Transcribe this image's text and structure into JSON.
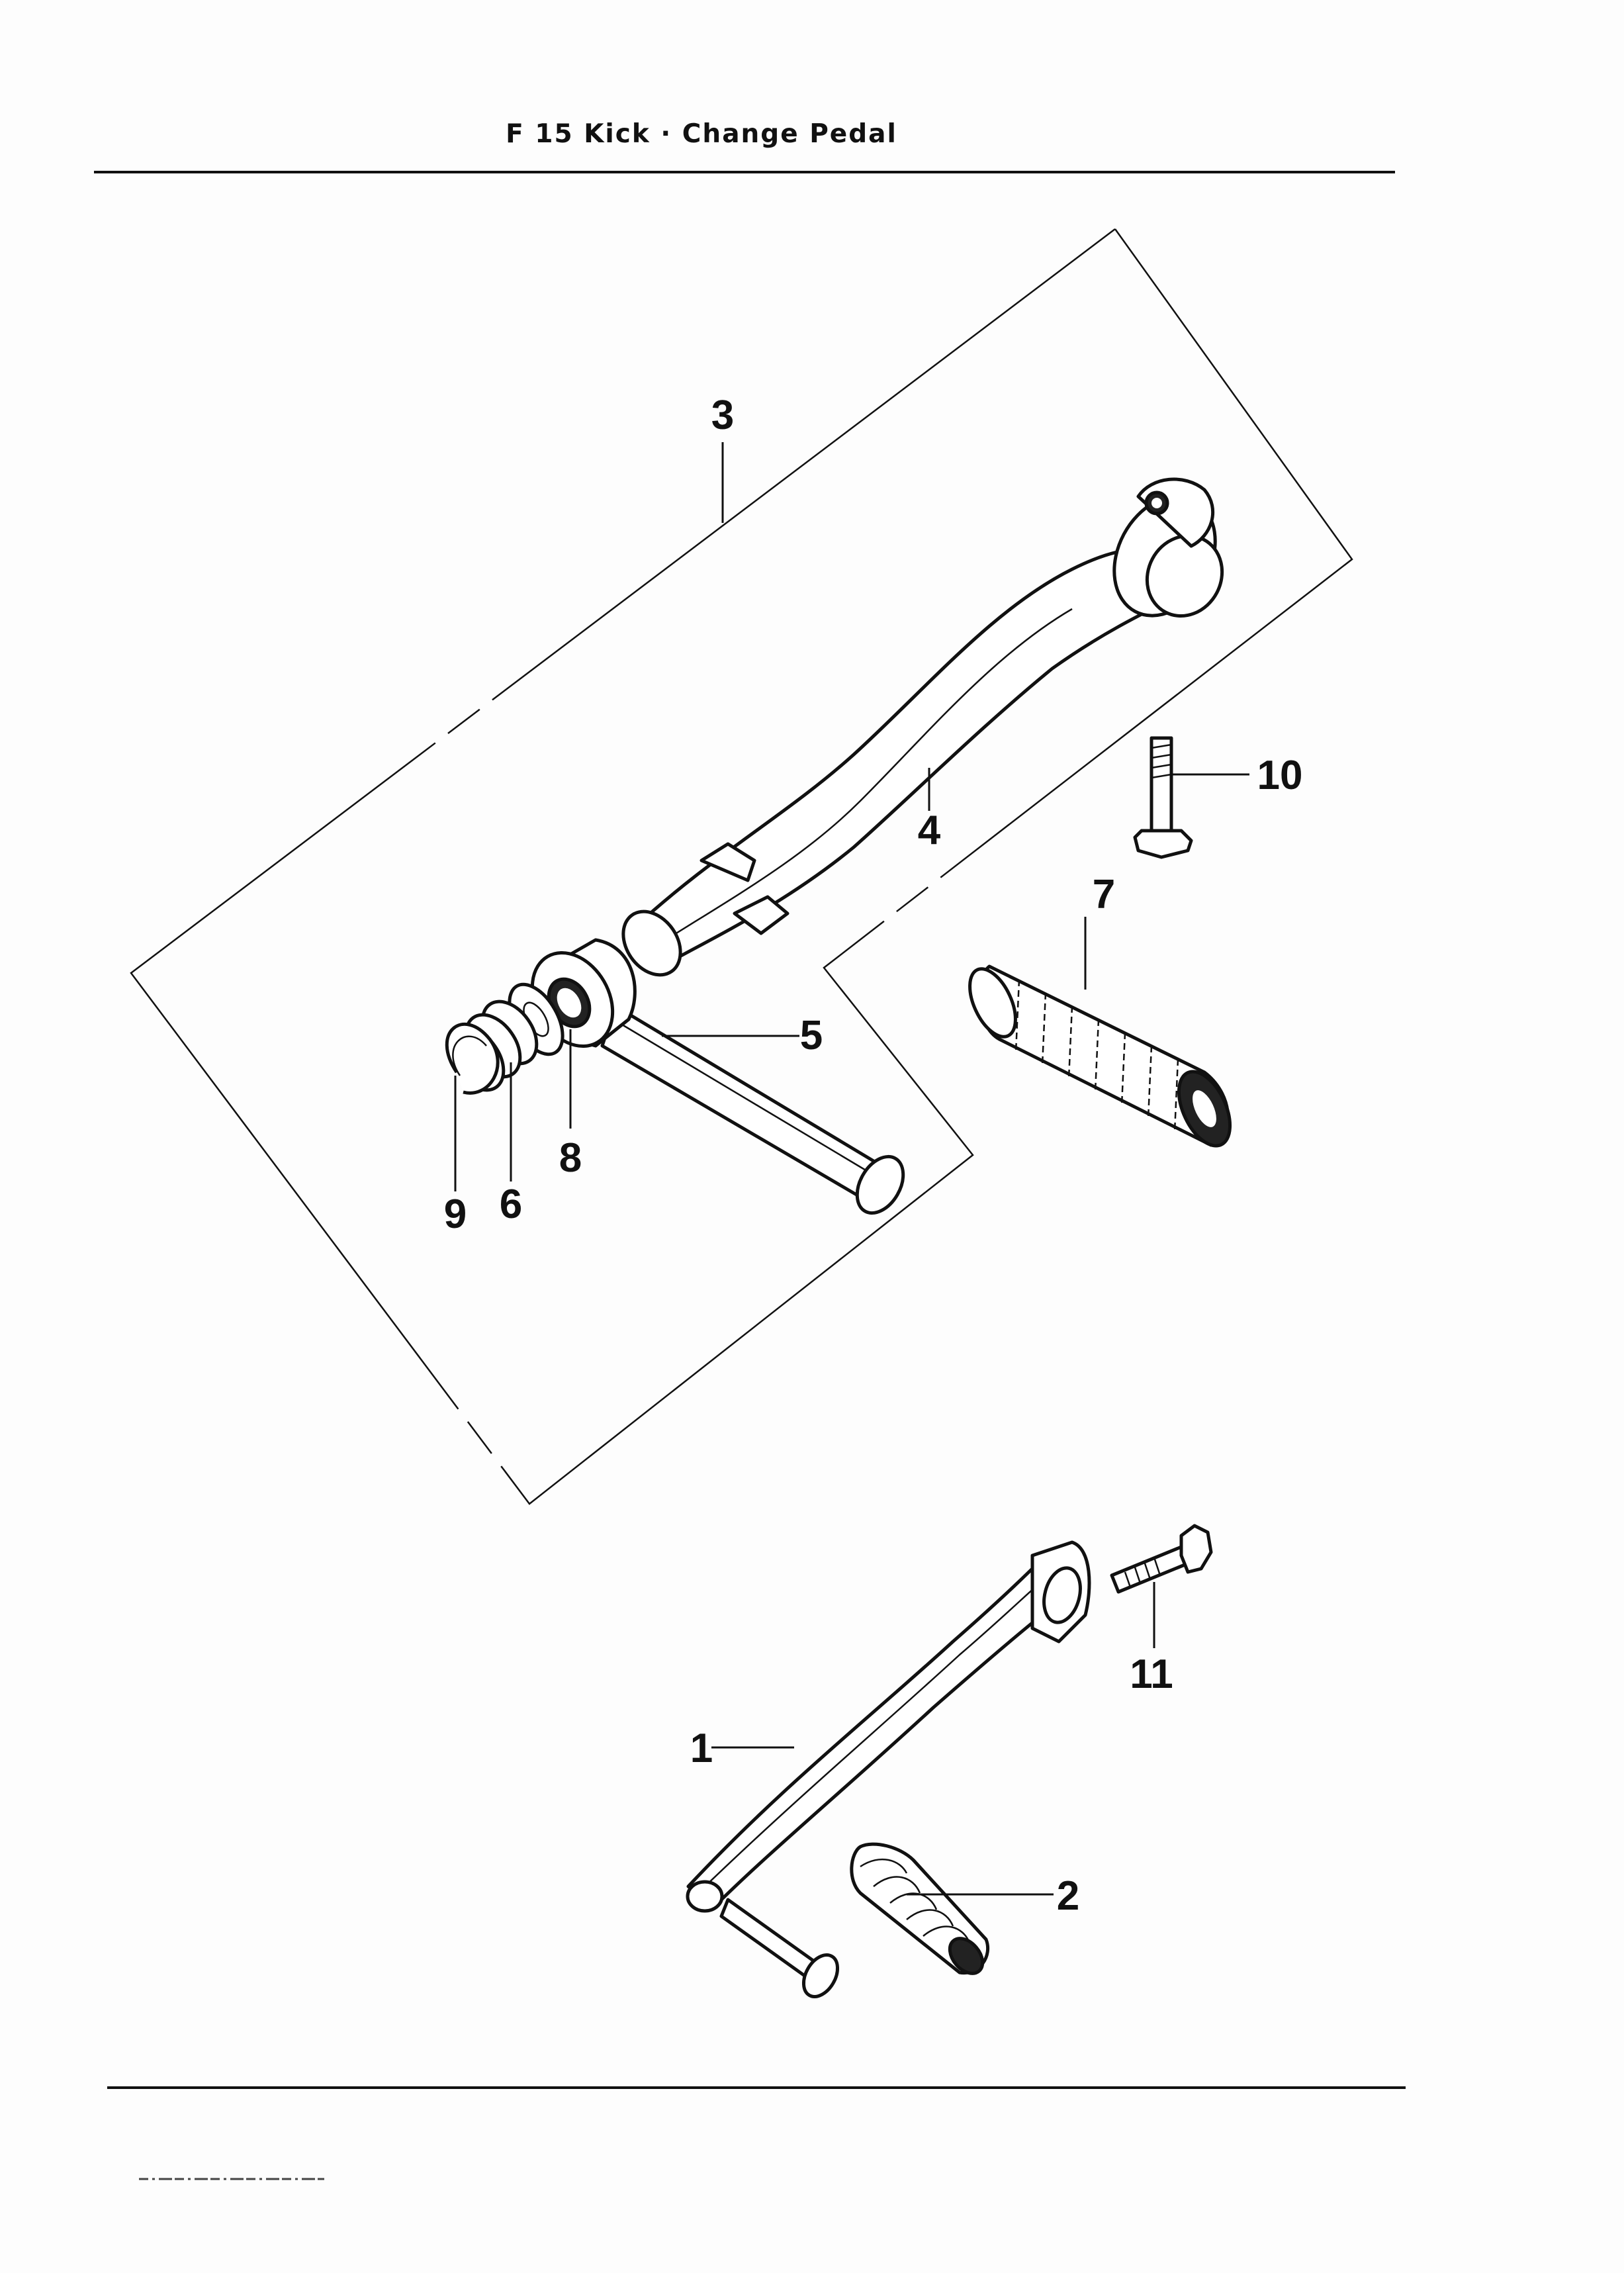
{
  "header": {
    "title": "F 15   Kick · Change Pedal"
  },
  "callouts": {
    "c1": "1",
    "c2": "2",
    "c3": "3",
    "c4": "4",
    "c5": "5",
    "c6": "6",
    "c7": "7",
    "c8": "8",
    "c9": "9",
    "c10": "10",
    "c11": "11"
  }
}
